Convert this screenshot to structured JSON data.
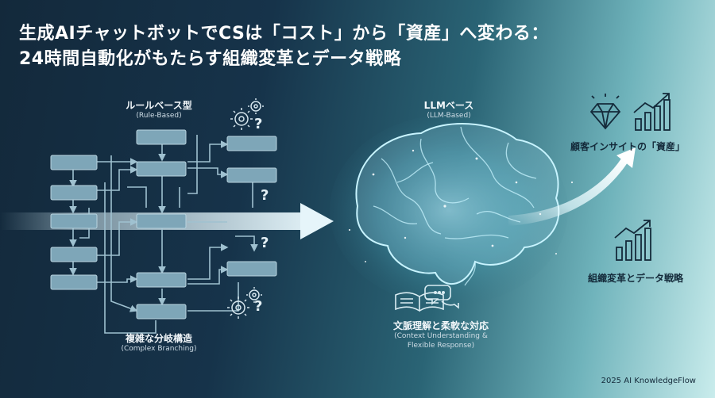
{
  "title": {
    "line1": "生成AIチャットボットでCSは「コスト」から「資産」へ変わる：",
    "line2": "24時間自動化がもたらす組織変革とデータ戦略"
  },
  "rule_based": {
    "heading": "ルールベース型",
    "subheading": "(Rule-Based)"
  },
  "branching": {
    "heading": "複雑な分岐構造",
    "subheading": "(Complex Branching)"
  },
  "llm": {
    "heading": "LLMベース",
    "subheading": "(LLM-Based)"
  },
  "context": {
    "heading": "文脈理解と柔軟な対応",
    "sub1": "(Context Understanding &",
    "sub2": "Flexible Response)"
  },
  "insight": {
    "heading": "顧客インサイトの「資産」"
  },
  "org": {
    "heading": "組織変革とデータ戦略"
  },
  "question_mark": "?",
  "footer": "2025 AI KnowledgeFlow",
  "icons": [
    "gear-icon",
    "question-icon",
    "brain-icon",
    "open-book-icon",
    "chat-bubbles-icon",
    "diamond-icon",
    "bar-chart-icon",
    "growth-chart-icon"
  ],
  "colors": {
    "bg_left": "#13293b",
    "bg_right": "#c9ecec",
    "flow_box": "#7ea6b8",
    "arrow": "#cfe6ee",
    "brain_glow": "#8fe3f5",
    "dark_text": "#142a3a"
  }
}
